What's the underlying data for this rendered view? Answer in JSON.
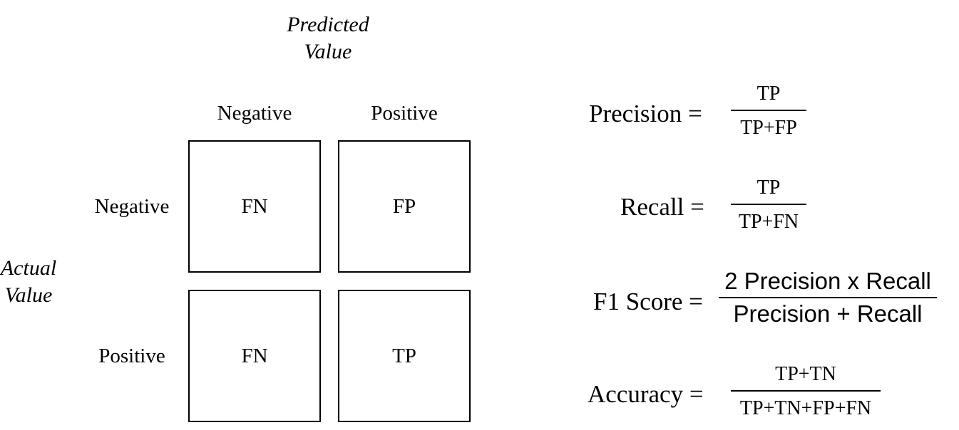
{
  "predicted_axis": {
    "line1": "Predicted",
    "line2": "Value"
  },
  "actual_axis": {
    "line1": "Actual",
    "line2": "Value"
  },
  "columns": {
    "negative": "Negative",
    "positive": "Positive"
  },
  "rows": {
    "negative": "Negative",
    "positive": "Positive"
  },
  "cells": {
    "neg_neg": "FN",
    "neg_pos": "FP",
    "pos_neg": "FN",
    "pos_pos": "TP"
  },
  "formulas": {
    "precision": {
      "name": "Precision =",
      "numerator": "TP",
      "denominator": "TP+FP"
    },
    "recall": {
      "name": "Recall =",
      "numerator": "TP",
      "denominator": "TP+FN"
    },
    "f1": {
      "name": "F1 Score =",
      "numerator": "2 Precision x Recall",
      "denominator": "Precision + Recall"
    },
    "accuracy": {
      "name": "Accuracy =",
      "numerator": "TP+TN",
      "denominator": "TP+TN+FP+FN"
    }
  }
}
